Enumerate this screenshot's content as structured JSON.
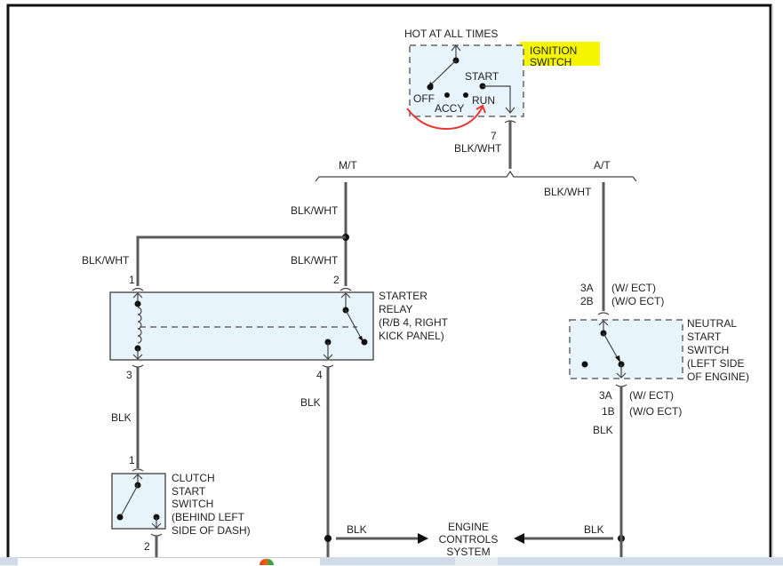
{
  "diagram": {
    "title": "Starter circuit wiring diagram",
    "ignition_switch": {
      "supply_label": "HOT AT ALL TIMES",
      "name_line1": "IGNITION",
      "name_line2": "SWITCH",
      "positions": [
        "OFF",
        "ACCY",
        "START",
        "RUN"
      ],
      "pin": "7",
      "wire": "BLK/WHT"
    },
    "branches": {
      "manual": "M/T",
      "automatic": "A/T"
    },
    "mt_wire_top": "BLK/WHT",
    "relay_left_wire": "BLK/WHT",
    "relay_right_wire": "BLK/WHT",
    "starter_relay": {
      "name_line1": "STARTER",
      "name_line2": "RELAY",
      "name_line3": "(R/B 4, RIGHT",
      "name_line4": "KICK PANEL)",
      "pins": [
        "1",
        "2",
        "3",
        "4"
      ]
    },
    "relay_pin3_wire": "BLK",
    "relay_pin4_wire": "BLK",
    "clutch_switch": {
      "name_line1": "CLUTCH",
      "name_line2": "START",
      "name_line3": "SWITCH",
      "name_line4": "(BEHIND LEFT",
      "name_line5": "SIDE OF DASH)",
      "pin_top": "1",
      "pin_bottom": "2"
    },
    "at_wire_top": "BLK/WHT",
    "neutral_switch": {
      "pin_top_a": "3A",
      "pin_top_b": "2B",
      "pin_top_a_note": "(W/ ECT)",
      "pin_top_b_note": "(W/O ECT)",
      "name_line1": "NEUTRAL",
      "name_line2": "START",
      "name_line3": "SWITCH",
      "name_line4": "(LEFT SIDE",
      "name_line5": "OF ENGINE)",
      "pin_bottom_a": "3A",
      "pin_bottom_b": "1B",
      "pin_bottom_a_note": "(W/ ECT)",
      "pin_bottom_b_note": "(W/O ECT)",
      "wire": "BLK"
    },
    "ecs": {
      "line1": "ENGINE",
      "line2": "CONTROLS",
      "line3": "SYSTEM",
      "left_wire": "BLK",
      "right_wire": "BLK"
    },
    "annotation_color": "#e53935",
    "highlight_color": "#f5f500"
  }
}
